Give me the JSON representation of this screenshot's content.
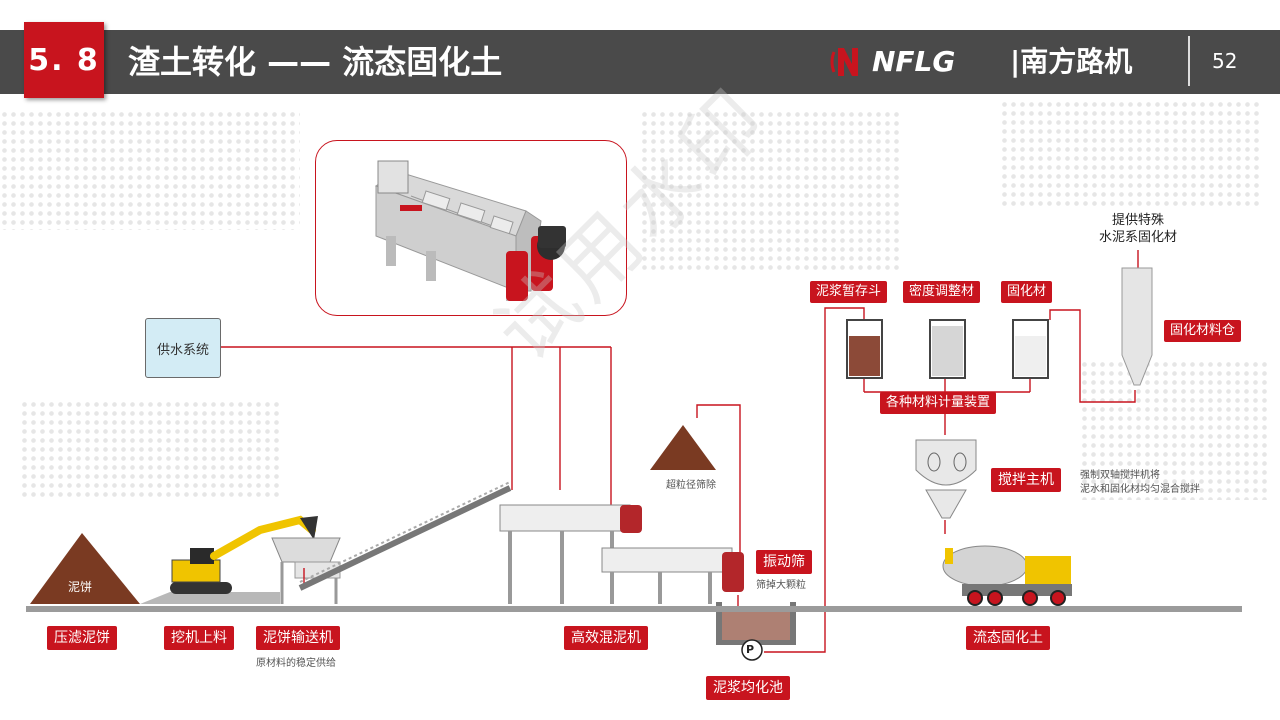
{
  "header": {
    "section_number": "5. 8",
    "title": "渣土转化 —— 流态固化土",
    "logo_text": "NFLG",
    "logo_cn": "|南方路机",
    "page_number": "52"
  },
  "watermark": "试用水印",
  "water_supply": {
    "label": "供水系统"
  },
  "materials": {
    "slurry_hopper": "泥浆暂存斗",
    "density_material": "密度调整材",
    "curing_material": "固化材",
    "special_cement_note": "提供特殊\n水泥系固化材",
    "curing_silo": "固化材料仓",
    "metering_device": "各种材料计量装置"
  },
  "mixer": {
    "label": "搅拌主机",
    "note_line1": "强制双轴搅拌机将",
    "note_line2": "泥水和固化材均匀混合搅拌"
  },
  "oversize": {
    "label": "超粒径筛除"
  },
  "vibrating_screen": {
    "label": "振动筛",
    "note": "筛掉大颗粒"
  },
  "filter_cake_pile": {
    "label": "泥饼"
  },
  "bottom_labels": {
    "pressed_cake": "压滤泥饼",
    "excavator_loading": "挖机上料",
    "cake_conveyor": "泥饼输送机",
    "cake_conveyor_note": "原材料的稳定供给",
    "mud_mixer": "高效混泥机",
    "slurry_tank": "泥浆均化池",
    "fluid_soil": "流态固化土"
  },
  "pump_symbol": "P",
  "colors": {
    "brand_red": "#c8141e",
    "header_gray": "#4a4a4a",
    "pipe_red": "#c8141e"
  }
}
